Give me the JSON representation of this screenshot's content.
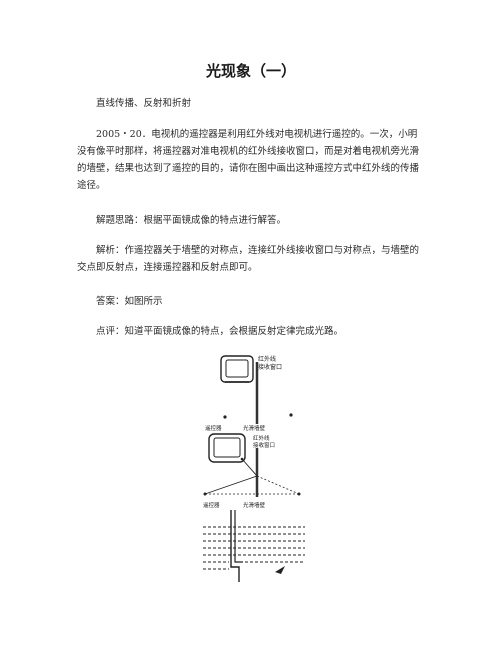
{
  "doc": {
    "title": "光现象（一）",
    "subtitle": "直线传播、反射和折射",
    "question": "2005・20．电视机的遥控器是利用红外线对电视机进行遥控的。一次，小明没有像平时那样，将遥控器对准电视机的红外线接收窗口，而是对着电视机旁光滑的墙壁，结果也达到了遥控的目的，请你在图中画出这种遥控方式中红外线的传播途径。",
    "idea": "解题思路：根据平面镜成像的特点进行解答。",
    "analysis": "解析：作遥控器关于墙壁的对称点，连接红外线接收窗口与对称点，与墙壁的交点即反射点，连接遥控器和反射点即可。",
    "answer": "答案：如图所示",
    "comment": "点评：知道平面镜成像的特点，会根据反射定律完成光路。"
  },
  "figure": {
    "label_receiver_line1": "红外线",
    "label_receiver_line2": "接收窗口",
    "label_remote": "遥控器",
    "label_wall": "光滑墙壁",
    "label_receiver2_line1": "红外线",
    "label_receiver2_line2": "接收窗口",
    "label_remote2": "遥控器",
    "label_wall2": "光滑墙壁"
  }
}
